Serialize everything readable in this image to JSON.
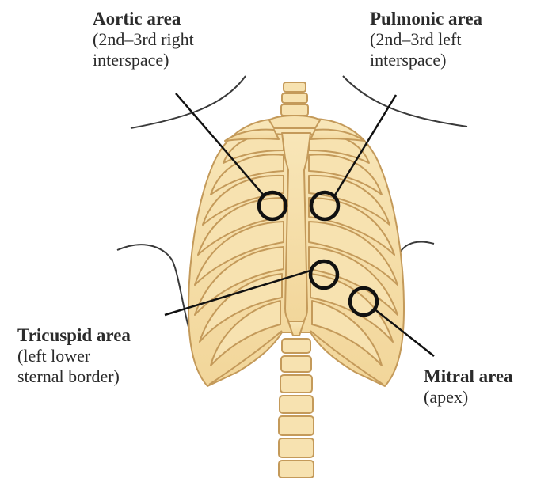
{
  "diagram": {
    "colors": {
      "bone_fill": "#f7e2b0",
      "bone_stroke": "#c49a5a",
      "outline": "#3a3a3a",
      "marker": "#111111",
      "text": "#2b2b2b"
    },
    "icons": [
      "rib-cage",
      "circle-marker"
    ],
    "areas": [
      {
        "key": "aortic",
        "title": "Aortic area",
        "lines": [
          "(2nd–3rd right",
          "interspace)"
        ]
      },
      {
        "key": "pulmonic",
        "title": "Pulmonic area",
        "lines": [
          "(2nd–3rd left",
          "interspace)"
        ]
      },
      {
        "key": "tricuspid",
        "title": "Tricuspid area",
        "lines": [
          "(left lower",
          "sternal border)"
        ]
      },
      {
        "key": "mitral",
        "title": "Mitral area",
        "lines": [
          "(apex)"
        ]
      }
    ]
  }
}
